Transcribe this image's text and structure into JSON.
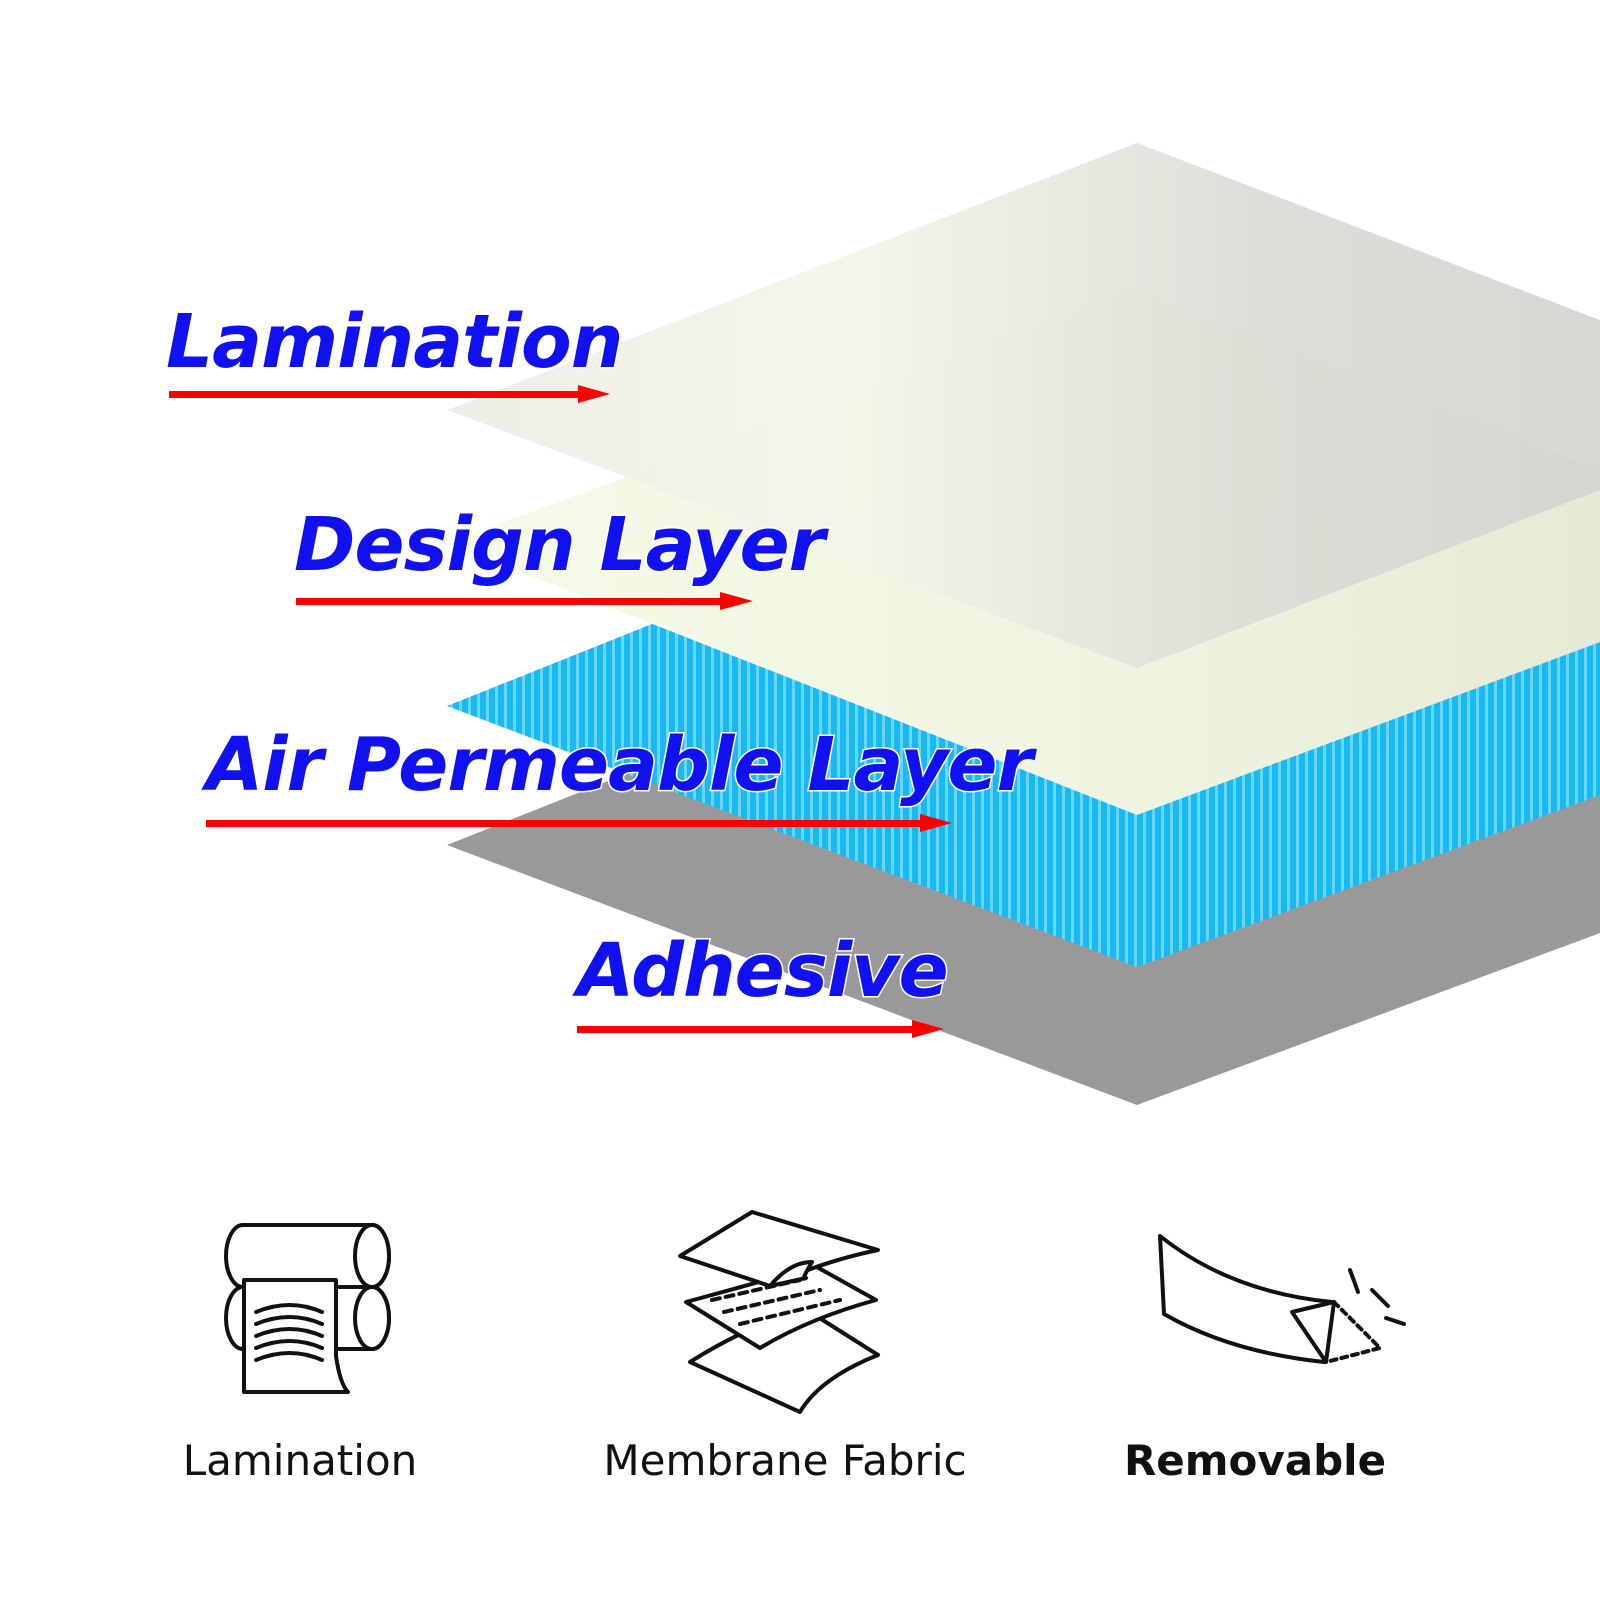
{
  "layers": [
    {
      "label": "Lamination"
    },
    {
      "label": "Design Layer"
    },
    {
      "label": "Air Permeable Layer"
    },
    {
      "label": "Adhesive"
    }
  ],
  "features": [
    {
      "caption": "Lamination",
      "icon": "lamination-rollers-icon"
    },
    {
      "caption": "Membrane Fabric",
      "icon": "membrane-fabric-icon"
    },
    {
      "caption": "Removable",
      "icon": "peel-off-icon"
    }
  ],
  "colors": {
    "label_text": "#1010f0",
    "arrow": "#ff0000",
    "adhesive": "#999999",
    "air_layer": "#19b8f0",
    "design_layer": "#f5fae8",
    "lamination": "#e4e6dc"
  }
}
